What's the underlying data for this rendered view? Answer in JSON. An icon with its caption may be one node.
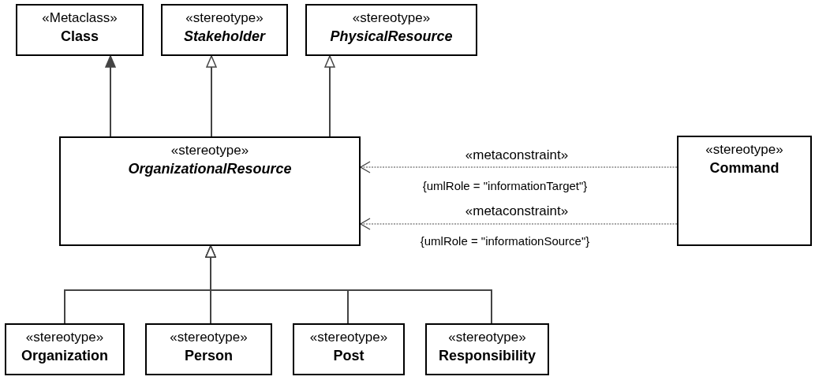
{
  "diagram": {
    "nodes": [
      {
        "text": [
          "«Metaclass»",
          "Class"
        ]
      },
      {
        "text": [
          "«stereotype»",
          "*Stakeholder*"
        ]
      },
      {
        "text": [
          "«stereotype»",
          "*PhysicalResource*"
        ]
      },
      {
        "text": [
          "«stereotype»",
          "*OrganizationalResource*"
        ]
      },
      {
        "text": [
          "«stereotype»",
          "Command"
        ]
      },
      {
        "text": [
          "«stereotype»",
          "Organization"
        ]
      },
      {
        "text": [
          "«stereotype»",
          "Person"
        ]
      },
      {
        "text": [
          "«stereotype»",
          "Post"
        ]
      },
      {
        "text": [
          "«stereotype»",
          "Responsibility"
        ]
      }
    ],
    "edges": [
      {
        "from": 3,
        "to": 0,
        "arrow": "to"
      },
      {
        "from": 3,
        "to": 1,
        "arrow": "to"
      },
      {
        "from": 3,
        "to": 2,
        "arrow": "to"
      },
      {
        "from": 4,
        "to": 3,
        "arrow": "to",
        "label": "«metaconstraint»",
        "style": "dashed"
      },
      {
        "from": 4,
        "to": 3,
        "arrow": "to",
        "label": "«metaconstraint»",
        "style": "dashed"
      },
      {
        "from": 5,
        "to": 3,
        "arrow": "to"
      },
      {
        "from": 6,
        "to": 3,
        "arrow": "to"
      },
      {
        "from": 7,
        "to": 3,
        "arrow": "to"
      },
      {
        "from": 8,
        "to": 3,
        "arrow": "to"
      }
    ],
    "labels": [
      "{umlRole = \"informationTarget\"}",
      "{umlRole = \"informationSource\"}"
    ]
  }
}
